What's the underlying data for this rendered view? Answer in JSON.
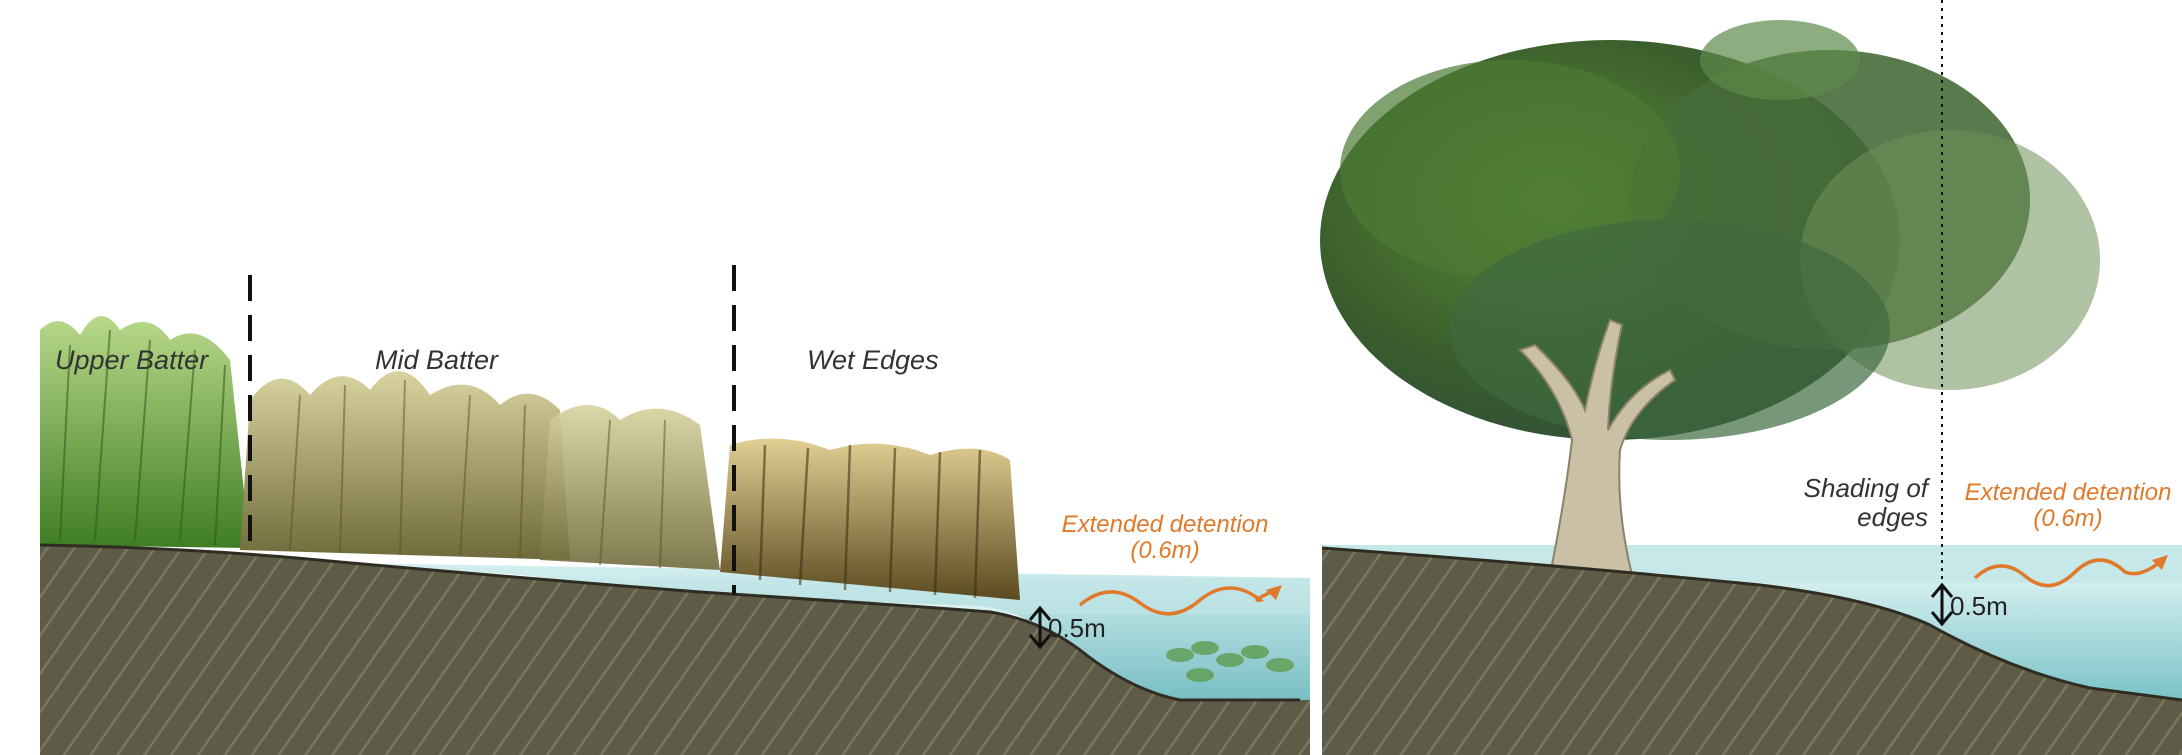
{
  "left_section": {
    "zones": [
      "Upper Batter",
      "Mid Batter",
      "Wet Edges"
    ],
    "detention_label_line1": "Extended detention",
    "detention_label_line2": "(0.6m)",
    "depth_label": "0.5m"
  },
  "right_section": {
    "shading_label_line1": "Shading of",
    "shading_label_line2": "edges",
    "detention_label_line1": "Extended detention",
    "detention_label_line2": "(0.6m)",
    "depth_label": "0.5m"
  },
  "colors": {
    "soil": "#5c5a45",
    "water": "#7fc9cf",
    "arrow": "#e07a2a",
    "foliage": "#3f6b2a"
  }
}
